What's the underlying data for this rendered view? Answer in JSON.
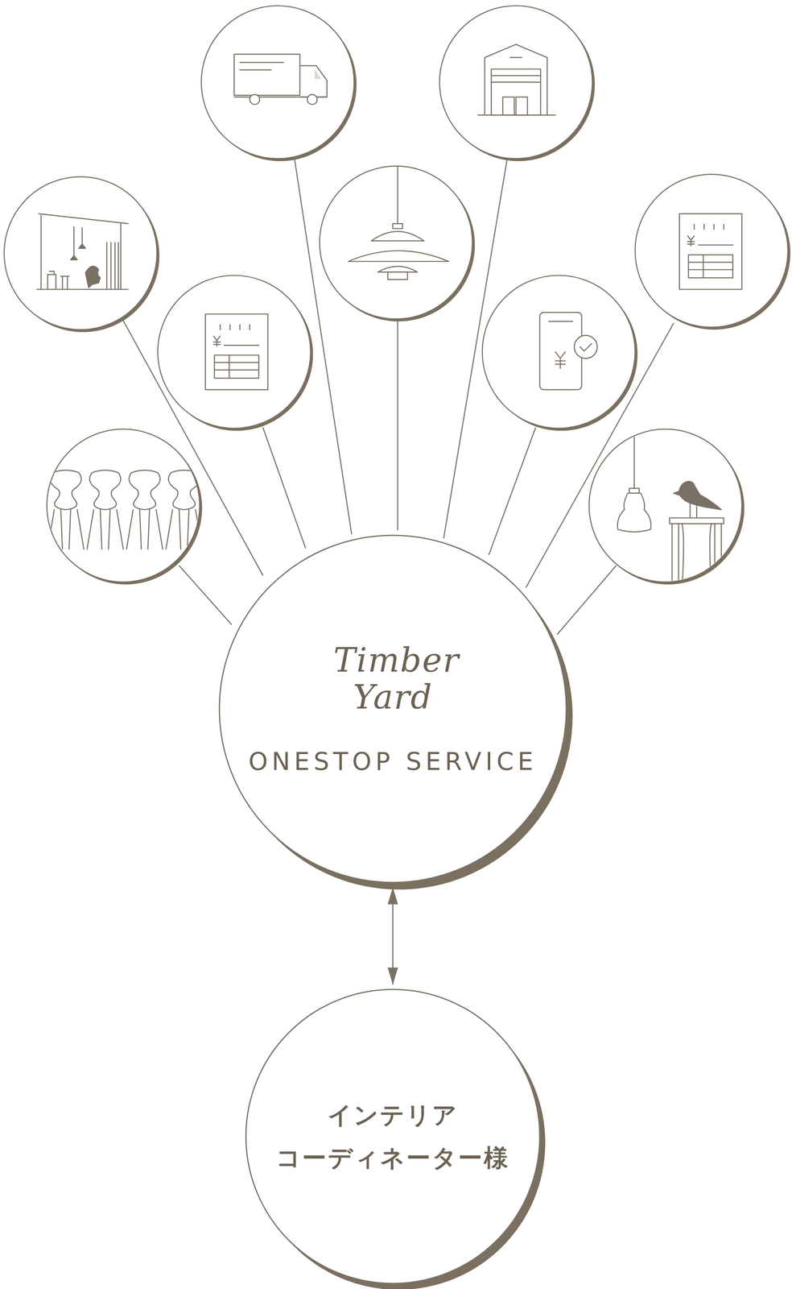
{
  "diagram": {
    "nodes": [
      {
        "text": [
          "Timber Yard",
          "ONESTOP SERVICE"
        ]
      },
      {
        "text": [
          "インテリア コーディネーター様"
        ]
      }
    ],
    "edges": [
      {
        "from": 0,
        "to": 1,
        "arrow": "both"
      }
    ]
  }
}
